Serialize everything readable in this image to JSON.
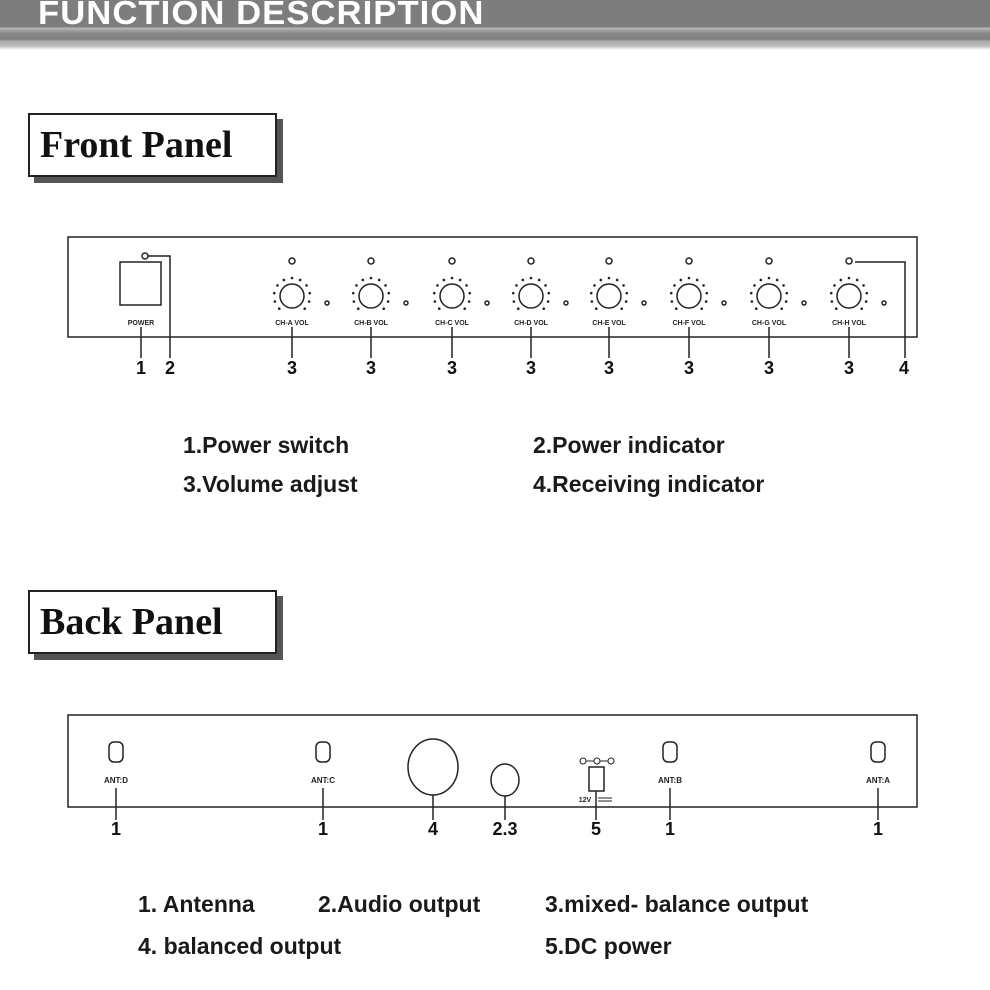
{
  "header": {
    "title": "FUNCTION DESCRIPTION"
  },
  "front_panel": {
    "heading": "Front Panel",
    "power_label": "POWER",
    "channels": [
      "CH-A VOL",
      "CH-B VOL",
      "CH-C VOL",
      "CH-D VOL",
      "CH-E VOL",
      "CH-F VOL",
      "CH-G VOL",
      "CH-H VOL"
    ],
    "callouts": {
      "power_switch": "1",
      "power_indicator": "2",
      "volume": "3",
      "receiving": "4"
    },
    "legend": [
      "1.Power switch",
      "2.Power indicator",
      "3.Volume adjust",
      "4.Receiving indicator"
    ]
  },
  "back_panel": {
    "heading": "Back Panel",
    "antennas": [
      "ANT:D",
      "ANT:C",
      "ANT:B",
      "ANT:A"
    ],
    "dc_label": "12V",
    "callouts": {
      "antenna": "1",
      "balanced": "4",
      "audio_mixed": "2.3",
      "dc": "5"
    },
    "legend": [
      "1. Antenna",
      "2.Audio output",
      "3.mixed- balance output",
      "4. balanced output",
      "5.DC power"
    ]
  }
}
